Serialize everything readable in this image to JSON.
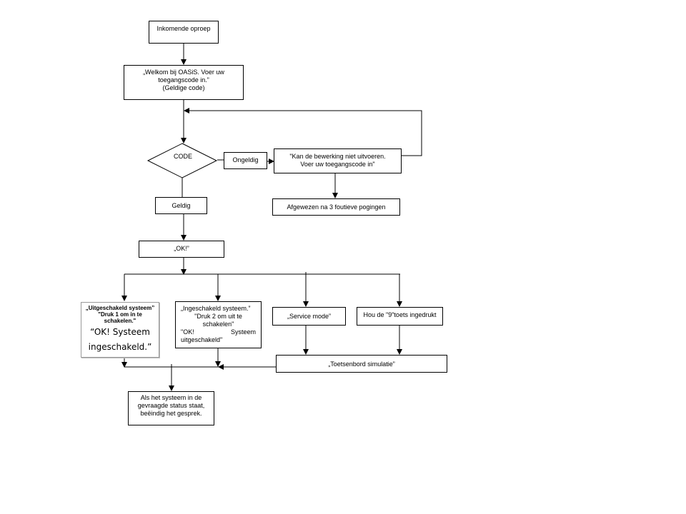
{
  "nodes": {
    "incoming_call": "Inkomende oproep",
    "welcome": {
      "line1": "„Welkom bij OASiS. Voer uw",
      "line2": "toegangscode in.”",
      "line3": "(Geldige code)"
    },
    "code_decision": "CODE",
    "invalid": "Ongeldig",
    "cannot_process": {
      "line1": "\"Kan de bewerking niet uitvoeren.",
      "line2": "Voer uw toegangscode in\""
    },
    "rejected": "Afgewezen na 3 foutieve pogingen",
    "valid": "Geldig",
    "ok": "„OK!”",
    "disabled_system": {
      "line1": "„Uitgeschakeld systeem”",
      "line2": "\"Druk 1 om in te",
      "line3": "schakelen.\"",
      "line4": "“OK! Systeem",
      "line5": "ingeschakeld.”"
    },
    "enabled_system": {
      "line1": "„Ingeschakeld systeem.”",
      "line2": "\"Druk 2 om uit te",
      "line3": "schakelen\"",
      "line4a": "\"OK!",
      "line4b": "Systeem",
      "line5": "uitgeschakeld\""
    },
    "service_mode": "„Service mode”",
    "hold_nine": "Hou de \"9\"toets ingedrukt",
    "keypad_sim": "„Toetsenbord simulatie”",
    "end_call": {
      "line1": "Als het systeem in de",
      "line2": "gevraagde status staat,",
      "line3": "beëindig het gesprek."
    }
  }
}
